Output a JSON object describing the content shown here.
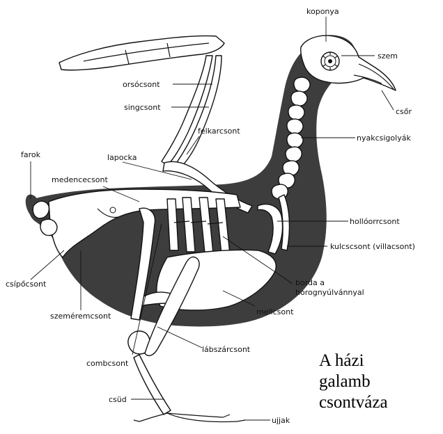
{
  "labels": {
    "koponya": "koponya",
    "szem": "szem",
    "csor": "csőr",
    "orsocsont": "orsócsont",
    "singcsont": "singcsont",
    "felkarcsont": "felkarcsont",
    "nyakcsigolyak": "nyakcsigolyák",
    "farok": "farok",
    "lapocka": "lapocka",
    "medencecsont": "medencecsont",
    "hollocsont": "hollóorrcsont",
    "kulcscsont": "kulcscsont (villacsont)",
    "csipocsont": "csípőcsont",
    "borda_1": "borda a",
    "borda_2": "horognyúlvánnyal",
    "szemeremcsont": "szeméremcsont",
    "mellcsont": "mellcsont",
    "labszarcsont": "lábszárcsont",
    "combcsont": "combcsont",
    "csud": "csüd",
    "ujjak": "ujjak"
  },
  "caption": {
    "line1": "A házi",
    "line2": "galamb",
    "line3": "csontváza"
  }
}
